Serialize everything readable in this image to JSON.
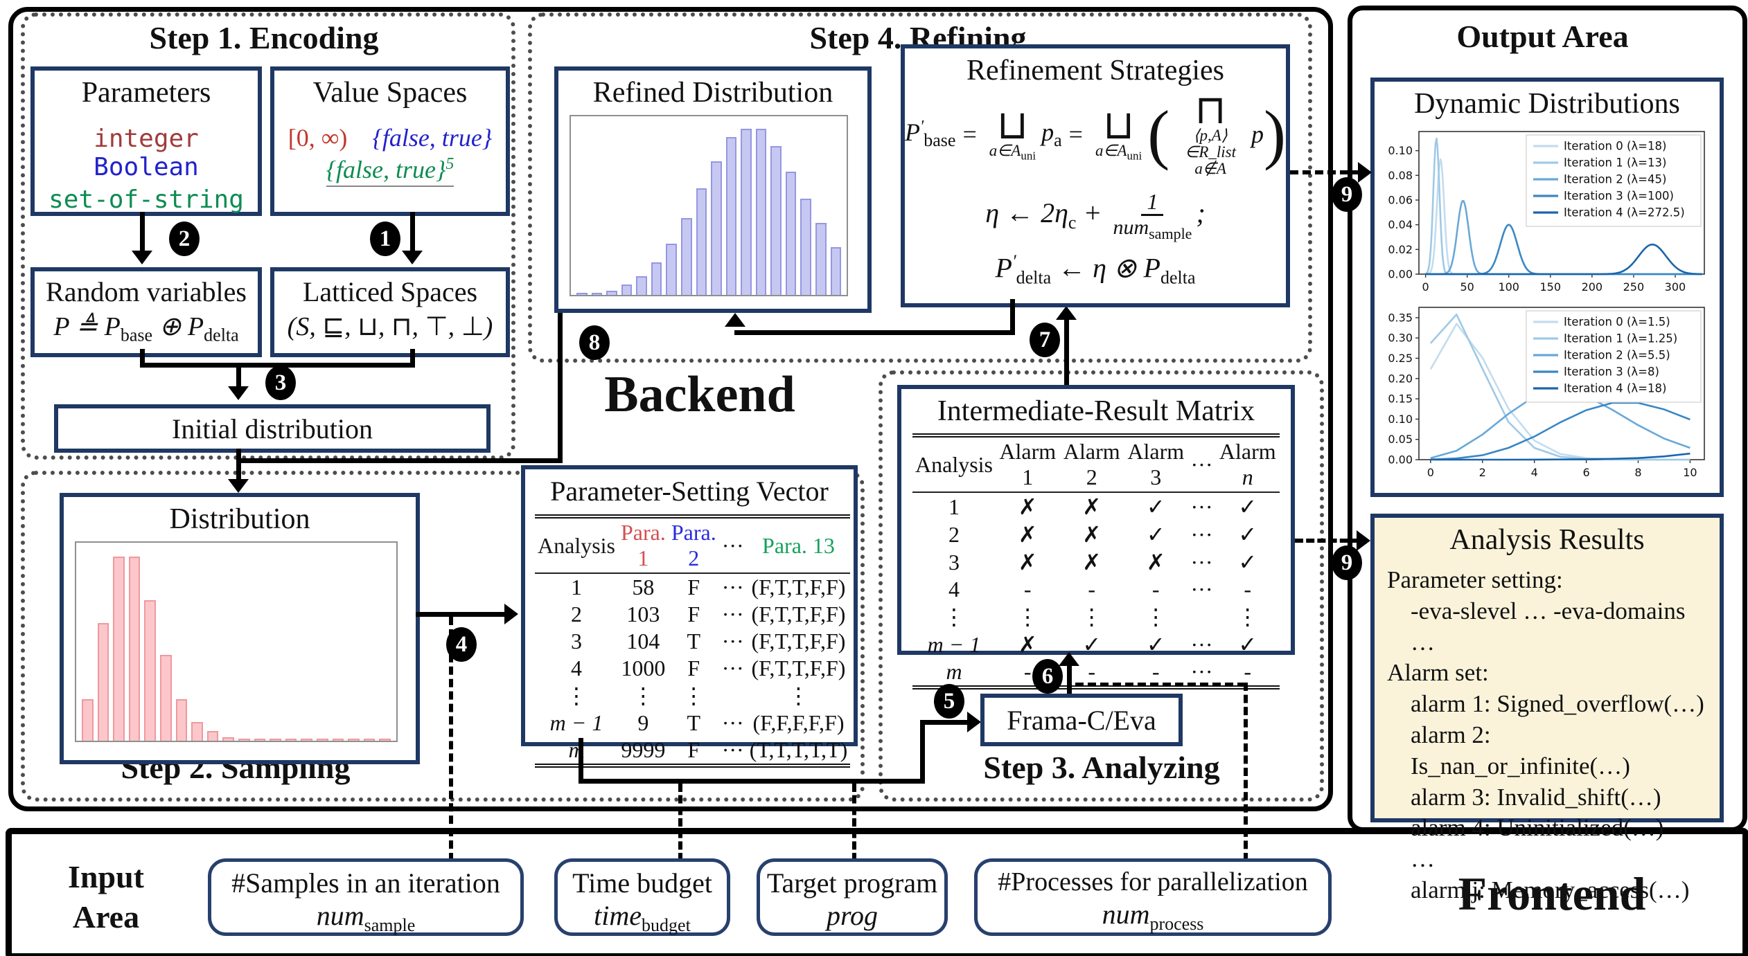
{
  "regions": {
    "backend_label": "Backend",
    "frontend_label": "Frontend",
    "output_area_title": "Output Area",
    "input_area_label": [
      "Input",
      "Area"
    ],
    "step1_title": "Step 1. Encoding",
    "step2_title": "Step 2. Sampling",
    "step3_title": "Step 3. Analyzing",
    "step4_title": "Step 4. Refining"
  },
  "badges": [
    "1",
    "2",
    "3",
    "4",
    "5",
    "6",
    "7",
    "8",
    "9"
  ],
  "encoding": {
    "parameters": {
      "title": "Parameters",
      "type1": "integer",
      "type2": "Boolean",
      "type3": "set-of-string"
    },
    "value_spaces": {
      "title": "Value Spaces",
      "interval": "[0, ∞)",
      "bool_set": "{false, true}",
      "string_set": "{false, true}",
      "string_set_exp": "5"
    },
    "random_variables": {
      "title": "Random variables",
      "f_main": "P ≜ P",
      "f_sub1": "base",
      "f_mid": " ⊕ P",
      "f_sub2": "delta"
    },
    "latticed_spaces": {
      "title": "Latticed Spaces",
      "formula": "(S, ⊑, ⊔, ⊓, ⊤, ⊥)"
    },
    "initial_distribution_label": "Initial distribution"
  },
  "sampling": {
    "distribution_title": "Distribution"
  },
  "psv": {
    "title": "Parameter-Setting Vector",
    "headers": [
      {
        "text": "Analysis",
        "color": "#1a1a1a"
      },
      {
        "text": "Para. 1",
        "color": "#d34f4f"
      },
      {
        "text": "Para. 2",
        "color": "#2a2ae0"
      },
      {
        "text": "···",
        "color": "#1a1a1a"
      },
      {
        "text": "Para. 13",
        "color": "#16a05c"
      }
    ],
    "rows": [
      [
        "1",
        "58",
        "F",
        "···",
        "(F,T,T,F,F)"
      ],
      [
        "2",
        "103",
        "F",
        "···",
        "(F,T,T,F,F)"
      ],
      [
        "3",
        "104",
        "T",
        "···",
        "(F,T,T,F,F)"
      ],
      [
        "4",
        "1000",
        "F",
        "···",
        "(F,T,T,F,F)"
      ],
      [
        "⋮",
        "⋮",
        "⋮",
        "",
        "⋮"
      ],
      [
        "m − 1",
        "9",
        "T",
        "···",
        "(F,F,F,F,F)"
      ],
      [
        "m",
        "9999",
        "F",
        "···",
        "(T,T,T,T,T)"
      ]
    ]
  },
  "analyzing": {
    "tool_label": "Frama-C/Eva"
  },
  "matrix": {
    "title": "Intermediate-Result Matrix",
    "headers": [
      {
        "text": "Analysis"
      },
      {
        "text": "Alarm 1"
      },
      {
        "text": "Alarm 2"
      },
      {
        "text": "Alarm 3"
      },
      {
        "text": "···"
      },
      {
        "text": "Alarm n",
        "it_last": true
      }
    ],
    "rows": [
      [
        "1",
        "✗",
        "✗",
        "✓",
        "···",
        "✓"
      ],
      [
        "2",
        "✗",
        "✗",
        "✓",
        "···",
        "✓"
      ],
      [
        "3",
        "✗",
        "✗",
        "✗",
        "···",
        "✓"
      ],
      [
        "4",
        "-",
        "-",
        "-",
        "···",
        "-"
      ],
      [
        "⋮",
        "⋮",
        "⋮",
        "⋮",
        "",
        "⋮"
      ],
      [
        "m − 1",
        "✗",
        "✓",
        "✓",
        "···",
        "✓"
      ],
      [
        "m",
        "-",
        "-",
        "-",
        "···",
        "-"
      ]
    ]
  },
  "refining": {
    "refined_title": "Refined Distribution",
    "strategies_title": "Refinement Strategies",
    "f1": {
      "P": "P",
      "prime": "′",
      "base": "base",
      "eq1": "=",
      "op1": "⊔",
      "u1m": "a∈A",
      "u1s": "uni",
      "pa": "p",
      "pas": "a",
      "eq2": "=",
      "op2": "⊔",
      "u2m": "a∈A",
      "u2s": "uni",
      "lp": "(",
      "op3": "⊓",
      "u3a": "⟨p,A⟩∈R_list",
      "u3b": "a∉A",
      "p": "p",
      "rp": ")"
    },
    "f2": {
      "lhs": "η ← 2η",
      "sub": "c",
      "plus": " + ",
      "num": "1",
      "den": "num",
      "densub": "sample",
      "semi": ";"
    },
    "f3": {
      "a": "P",
      "prime": "′",
      "asub": "delta",
      "mid": " ← η ⊗ P",
      "bsub": "delta"
    }
  },
  "output": {
    "dynamic_title": "Dynamic Distributions",
    "analysis": {
      "title": "Analysis Results",
      "lines": [
        {
          "text": "Parameter setting:",
          "indent": 0
        },
        {
          "text": "-eva-slevel … -eva-domains …",
          "indent": 1
        },
        {
          "text": "Alarm set:",
          "indent": 0
        },
        {
          "text": "alarm 1: Signed_overflow(…)",
          "indent": 1
        },
        {
          "text": "alarm 2: Is_nan_or_infinite(…)",
          "indent": 1
        },
        {
          "text": "alarm 3: Invalid_shift(…)",
          "indent": 1
        },
        {
          "text": "alarm 4: Uninitialized(…)",
          "indent": 1
        },
        {
          "text": "…",
          "indent": 1
        },
        {
          "text": "alarm j: Memory_access(…)",
          "indent": 1
        }
      ]
    }
  },
  "inputs": [
    {
      "label": "#Samples in an iteration",
      "var_main": "num",
      "var_sub": "sample"
    },
    {
      "label": "Time budget",
      "var_main": "time",
      "var_sub": "budget"
    },
    {
      "label": "Target program",
      "var_main": "prog",
      "var_sub": ""
    },
    {
      "label": "#Processes for parallelization",
      "var_main": "num",
      "var_sub": "process"
    }
  ],
  "colors": {
    "type_integer": "#a23b3b",
    "type_boolean": "#2222cc",
    "type_string": "#0e8c52",
    "interval_red": "#c0392b",
    "bool_blue": "#2222cc",
    "string_green": "#0e8c52",
    "navy_border": "#1f3864",
    "cream_bg": "#faf3da",
    "pink_fill": "#fbc7ca",
    "pink_edge": "#ef999d",
    "purple_fill": "#c7c8f2",
    "purple_edge": "#9597e2"
  },
  "chart_data": [
    {
      "type": "bar",
      "id": "distribution",
      "title": "Distribution",
      "relative_heights": [
        0.22,
        0.62,
        0.97,
        0.97,
        0.74,
        0.45,
        0.22,
        0.1,
        0.05,
        0.02,
        0.012,
        0.008,
        0.006,
        0.005,
        0.004,
        0.003,
        0.003,
        0.002,
        0.002,
        0.002
      ],
      "color_fill": "#fbc7ca",
      "color_edge": "#ef999d",
      "note": "right-skewed pink histogram, no axes"
    },
    {
      "type": "bar",
      "id": "refined_distribution",
      "title": "Refined Distribution",
      "relative_heights": [
        0.005,
        0.012,
        0.025,
        0.06,
        0.11,
        0.19,
        0.3,
        0.45,
        0.62,
        0.78,
        0.92,
        0.97,
        0.97,
        0.87,
        0.72,
        0.56,
        0.42,
        0.28
      ],
      "color_fill": "#c7c8f2",
      "color_edge": "#9597e2",
      "note": "bell-shaped light purple histogram, no axes"
    },
    {
      "type": "line",
      "id": "dyn_top",
      "x_ticks": [
        0,
        50,
        100,
        150,
        200,
        250,
        300
      ],
      "y_ticks": [
        0.0,
        0.02,
        0.04,
        0.06,
        0.08,
        0.1
      ],
      "xlim": [
        -8,
        335
      ],
      "ylim": [
        0,
        0.1155
      ],
      "legend": "upper right",
      "series": [
        {
          "name": "Iteration 0 (λ=18)",
          "lambda": 18,
          "mu": 18,
          "sigma": 4.3,
          "peak": 0.093,
          "color": "#c3dcef"
        },
        {
          "name": "Iteration 1 (λ=13)",
          "lambda": 13,
          "mu": 13,
          "sigma": 3.7,
          "peak": 0.11,
          "color": "#9fc9e6"
        },
        {
          "name": "Iteration 2 (λ=45)",
          "lambda": 45,
          "mu": 45,
          "sigma": 6.8,
          "peak": 0.0595,
          "color": "#68a8d8"
        },
        {
          "name": "Iteration 3 (λ=100)",
          "lambda": 100,
          "mu": 100,
          "sigma": 10.2,
          "peak": 0.04,
          "color": "#3a87c4"
        },
        {
          "name": "Iteration 4 (λ=272.5)",
          "lambda": 272.5,
          "mu": 272.5,
          "sigma": 16.5,
          "peak": 0.024,
          "color": "#1b65ab"
        }
      ]
    },
    {
      "type": "line",
      "id": "dyn_bottom",
      "x_ticks": [
        0,
        2,
        4,
        6,
        8,
        10
      ],
      "y_ticks": [
        0.0,
        0.05,
        0.1,
        0.15,
        0.2,
        0.25,
        0.3,
        0.35
      ],
      "xlim": [
        -0.45,
        10.55
      ],
      "ylim": [
        0,
        0.3755
      ],
      "legend": "upper right",
      "series": [
        {
          "name": "Iteration 0 (λ=1.5)",
          "lambda": 1.5,
          "color": "#c3dcef",
          "points": [
            0.223,
            0.335,
            0.251,
            0.126,
            0.047,
            0.014,
            0.004,
            0.001,
            0,
            0,
            0
          ]
        },
        {
          "name": "Iteration 1 (λ=1.25)",
          "lambda": 1.25,
          "color": "#9fc9e6",
          "points": [
            0.287,
            0.358,
            0.224,
            0.093,
            0.029,
            0.007,
            0.002,
            0,
            0,
            0,
            0
          ]
        },
        {
          "name": "Iteration 2 (λ=5.5)",
          "lambda": 5.5,
          "color": "#68a8d8",
          "points": [
            0.004,
            0.022,
            0.062,
            0.113,
            0.156,
            0.171,
            0.157,
            0.123,
            0.085,
            0.052,
            0.029
          ]
        },
        {
          "name": "Iteration 3 (λ=8)",
          "lambda": 8,
          "color": "#3a87c4",
          "points": [
            0.0003,
            0.003,
            0.011,
            0.029,
            0.057,
            0.092,
            0.122,
            0.14,
            0.14,
            0.124,
            0.099
          ]
        },
        {
          "name": "Iteration 4 (λ=18)",
          "lambda": 18,
          "color": "#1b65ab",
          "points": [
            0,
            0,
            0,
            0,
            0.0002,
            0.0005,
            0.001,
            0.002,
            0.004,
            0.008,
            0.015
          ]
        }
      ]
    }
  ]
}
